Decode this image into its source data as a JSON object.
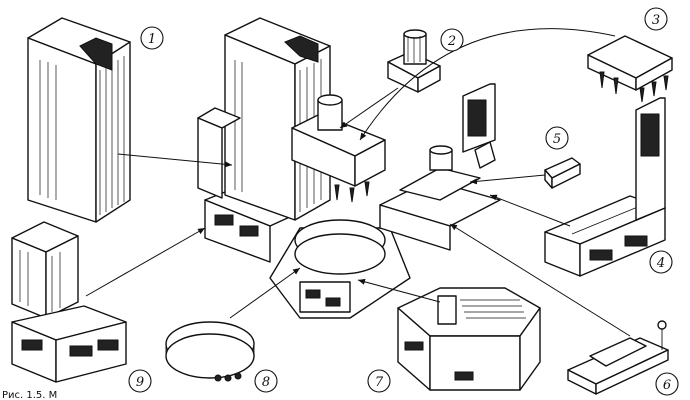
{
  "labels": {
    "n1": "1",
    "n2": "2",
    "n3": "3",
    "n4": "4",
    "n5": "5",
    "n6": "6",
    "n7": "7",
    "n8": "8",
    "n9": "9"
  },
  "caption": "Рис. 1.5. М"
}
